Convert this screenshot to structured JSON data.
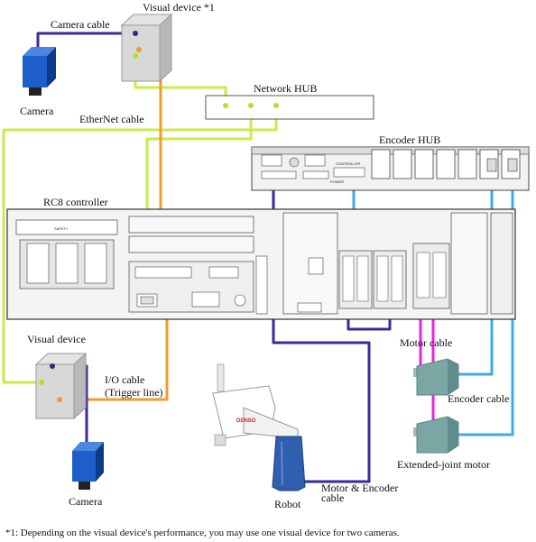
{
  "labels": {
    "camera_cable": "Camera cable",
    "visual_device_top": "Visual device *1",
    "camera_top": "Camera",
    "network_hub": "Network HUB",
    "ethernet_cable": "EtherNet cable",
    "encoder_hub": "Encoder HUB",
    "rc8_controller": "RC8 controller",
    "visual_device_bottom": "Visual device",
    "io_cable_line1": "I/O cable",
    "io_cable_line2": "(Trigger line)",
    "camera_bottom": "Camera",
    "motor_cable": "Motor cable",
    "encoder_cable": "Encoder cable",
    "extended_joint_motor": "Extended-joint motor",
    "robot": "Robot",
    "motor_encoder_cable_line1": "Motor & Encoder",
    "motor_encoder_cable_line2": "cable",
    "footnote": "*1: Depending on the visual device's performance, you may use one visual device for two cameras."
  },
  "device_text": {
    "safety": "SAFETY",
    "controller_port": "CONTROLLER",
    "power": "POWER",
    "robot_brand": "DENSO"
  },
  "cable_colors": {
    "camera": "#3a2a9c",
    "ethernet": "#c8ec4a",
    "io": "#f39a2c",
    "encoder": "#3fa9e8",
    "motor": "#ee22dd",
    "motor_encoder": "#3a2a9c"
  }
}
